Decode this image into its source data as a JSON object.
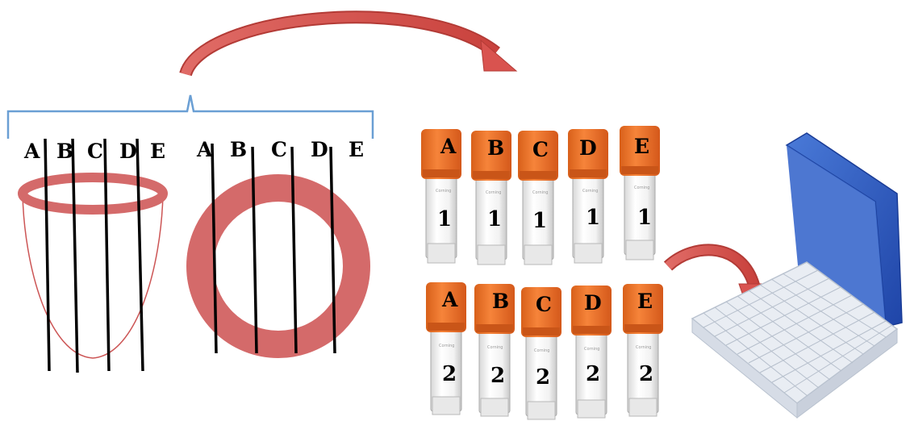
{
  "colors": {
    "ring": "#d46a6a",
    "ring_outline": "#cc5555",
    "arrow": "#d9534f",
    "bracket": "#6a9fd4",
    "cap": "#f07b24",
    "box_lid": "#2f5fc4",
    "tray": "#e8ecf2",
    "line": "#000000"
  },
  "heart": {
    "labels": [
      "A",
      "B",
      "C",
      "D",
      "E"
    ]
  },
  "ring": {
    "labels": [
      "A",
      "B",
      "C",
      "D",
      "E"
    ]
  },
  "vials": {
    "row1": {
      "caps": [
        "A",
        "B",
        "C",
        "D",
        "E"
      ],
      "number": "1"
    },
    "row2": {
      "caps": [
        "A",
        "B",
        "C",
        "D",
        "E"
      ],
      "number": "2"
    },
    "tube_brand": "Corning"
  },
  "icons": {
    "curved_arrow_top": "curved-arrow-icon",
    "curved_arrow_box": "curved-arrow-icon",
    "storage_box": "cryo-box-icon"
  }
}
